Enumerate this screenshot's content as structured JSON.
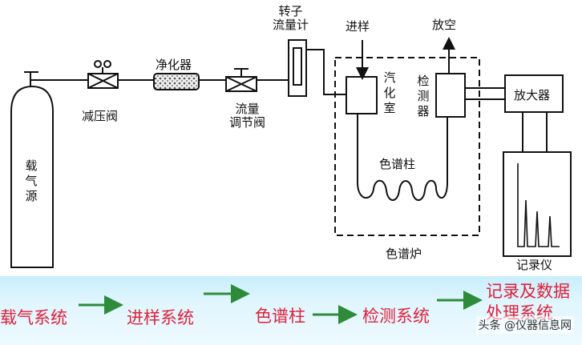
{
  "diagram": {
    "components": {
      "carrier_gas": "载气源",
      "pressure_valve": "减压阀",
      "purifier": "净化器",
      "flow_valve_1": "流量",
      "flow_valve_2": "调节阀",
      "rotameter_1": "转子",
      "rotameter_2": "流量计",
      "injection": "进样",
      "vent": "放空",
      "vaporizer": "汽化室",
      "detector": "检测器",
      "amplifier": "放大器",
      "column": "色谱柱",
      "oven": "色谱炉",
      "recorder": "记录仪"
    }
  },
  "flow": {
    "steps": [
      "载气系统",
      "进样系统",
      "色谱柱",
      "检测系统",
      "记录及数据处理系统"
    ]
  },
  "watermark": "头条 @仪器信息网",
  "colors": {
    "flow_text": "#e0203a",
    "arrow": "#2e8b3a",
    "band": "#c8eefc"
  }
}
